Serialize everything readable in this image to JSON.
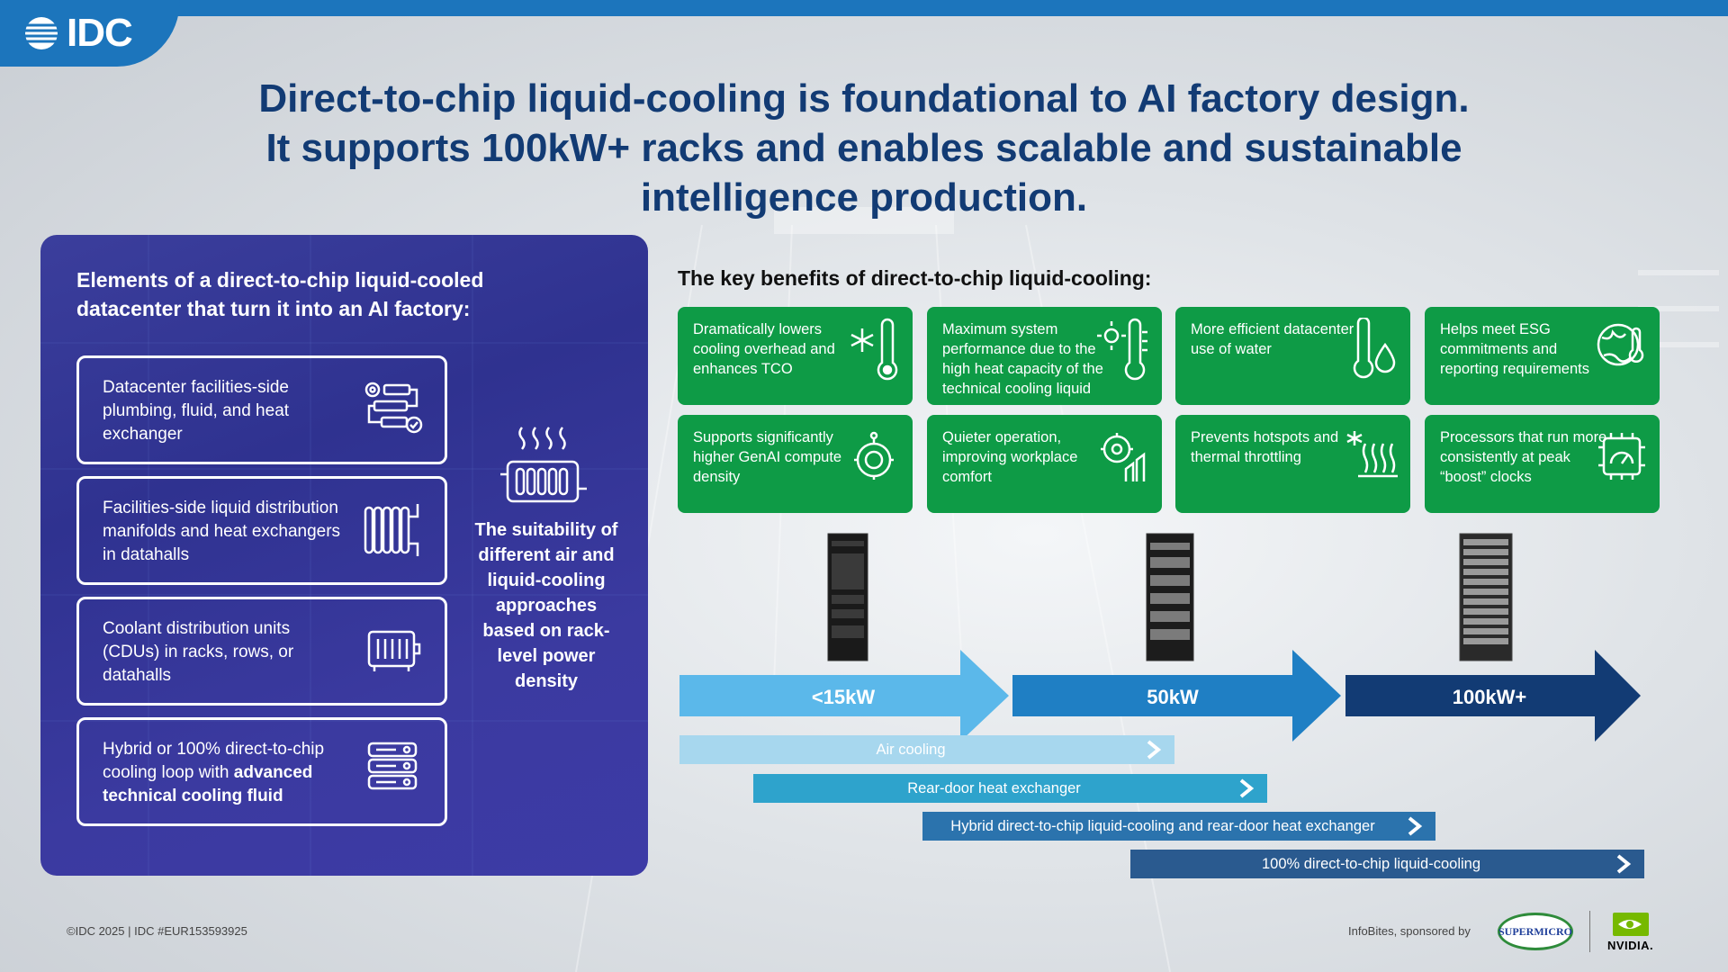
{
  "brand": {
    "logo_text": "IDC",
    "accent": "#1c75bc"
  },
  "headline": {
    "line1": "Direct-to-chip liquid-cooling is foundational to AI factory design.",
    "line2": "It supports 100kW+ racks and enables scalable and sustainable",
    "line3": "intelligence production."
  },
  "left_panel": {
    "title": "Elements of a direct-to-chip liquid-cooled datacenter that turn it into an AI factory:",
    "elements": [
      {
        "text": "Datacenter facilities-side plumbing, fluid, and heat exchanger",
        "icon": "plumbing-gear-icon"
      },
      {
        "text": "Facilities-side liquid distribution manifolds and heat exchangers in datahalls",
        "icon": "radiator-manifold-icon"
      },
      {
        "text": "Coolant distribution units (CDUs) in racks, rows, or datahalls",
        "icon": "cdu-unit-icon"
      },
      {
        "text_plain": "Hybrid or 100% direct-to-chip cooling loop with ",
        "text_bold": "advanced technical cooling fluid",
        "icon": "server-stack-icon"
      }
    ],
    "suitability_text": "The suitability of different air and liquid-cooling approaches based on rack-level power density"
  },
  "benefits": {
    "title": "The key benefits of direct-to-chip liquid-cooling:",
    "color": "#0e9b46",
    "cards": [
      {
        "text": "Dramatically lowers cooling overhead and enhances TCO",
        "icon": "snowflake-thermometer-icon"
      },
      {
        "text": "Maximum system performance due to the high heat capacity of the technical cooling liquid",
        "icon": "sun-thermometer-icon"
      },
      {
        "text": "More efficient datacenter use of water",
        "icon": "thermometer-water-drop-icon"
      },
      {
        "text": "Helps meet ESG commitments and reporting requirements",
        "icon": "globe-thermometer-icon"
      },
      {
        "text": "Supports significantly higher GenAI compute density",
        "icon": "ai-robot-gear-icon"
      },
      {
        "text": "Quieter operation, improving workplace comfort",
        "icon": "gear-building-icon"
      },
      {
        "text": "Prevents hotspots and thermal throttling",
        "icon": "heat-waves-icon"
      },
      {
        "text": "Processors that run more consistently at peak “boost” clocks",
        "icon": "chip-gauge-icon"
      }
    ]
  },
  "density": {
    "segments": [
      {
        "label": "<15kW",
        "color": "#5bb8ea"
      },
      {
        "label": "50kW",
        "color": "#1f7fc4"
      },
      {
        "label": "100kW+",
        "color": "#123b74"
      }
    ],
    "bars": [
      {
        "label": "Air cooling",
        "color": "#a7d7ee"
      },
      {
        "label": "Rear-door heat exchanger",
        "color": "#2ea3cc"
      },
      {
        "label": "Hybrid direct-to-chip liquid-cooling and rear-door heat exchanger",
        "color": "#2b73ad"
      },
      {
        "label": "100% direct-to-chip liquid-cooling",
        "color": "#2a5a8f"
      }
    ]
  },
  "footer": {
    "copyright": "©IDC 2025  |  IDC #EUR153593925",
    "sponsor": "InfoBites, sponsored by",
    "supermicro": "SUPERMICRO",
    "nvidia": "NVIDIA."
  }
}
